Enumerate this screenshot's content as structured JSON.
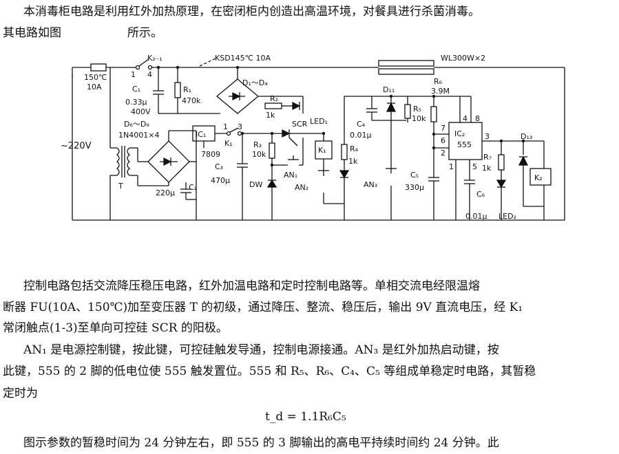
{
  "intro": {
    "line1": "本消毒柜电路是利用红外加热原理，在密闭柜内创造出高温环境，对餐具进行杀菌消毒。",
    "line2a": "其电路如图",
    "line2b": "所示。"
  },
  "labels": {
    "fuse": "150℃",
    "fuse_current": "10A",
    "ac": "~220V",
    "ksd": "KSD145℃ 10A",
    "wl": "WL300W×2",
    "k21": "K₂₋₁",
    "n1": "1",
    "n4": "4",
    "c1": "C₁",
    "c1v": "0.33μ",
    "c1w": "400V",
    "r1": "R₁",
    "r1v": "470k",
    "d14": "D₁～D₄",
    "r2": "R₂",
    "r2v": "1k",
    "led1": "LED₁",
    "d69": "D₆～D₉",
    "diodes": "1N4001×4",
    "t": "T",
    "ic1": "IC₁",
    "ic1v": "7809",
    "k1": "K₁",
    "n3": "3",
    "r3": "R₃",
    "r3v": "10k",
    "c3": "C₃",
    "c3v": "470μ",
    "c2": "C₂",
    "c2v": "220μ",
    "dw": "DW",
    "an1": "AN₁",
    "an2": "AN₂",
    "scr": "SCR",
    "kk1": "K₁",
    "r4": "R₄",
    "r4v": "1k",
    "c4": "C₄",
    "c4v": "0.01μ",
    "d11": "D₁₁",
    "r5": "R₅",
    "r5v": "10k",
    "r6": "R₆",
    "r6v": "3.9M",
    "an3": "AN₃",
    "c5": "C₅",
    "c5v": "330μ",
    "ic2": "IC₂",
    "ic2v": "555",
    "p4": "4",
    "p8": "8",
    "p7": "7",
    "p6": "6",
    "p2": "2",
    "p1": "1",
    "p5": "5",
    "p3": "3",
    "r7": "R₇",
    "r7v": "1k",
    "d13": "D₁₃",
    "k2": "K₂",
    "c6": "C₆",
    "c6v": "0.01μ",
    "led2": "LED₂"
  },
  "body": {
    "p1_l1": "控制电路包括交流降压稳压电路，红外加温电路和定时控制电路等。单相交流电经限温熔",
    "p1_l2": "断器 FU(10A、150℃)加至变压器 T 的初级，通过降压、整流、稳压后，输出 9V 直流电压，经 K₁",
    "p1_l3": "常闭触点(1-3)至单向可控硅 SCR 的阳极。",
    "p2_l1": "AN₁ 是电源控制键，按此键，可控硅触发导通，控制电源接通。AN₃ 是红外加热启动键，按",
    "p2_l2": "此键，555 的 2 脚的低电位使 555 触发置位。555 和 R₅、R₆、C₄、C₅ 等组成单稳定时电路，其暂稳",
    "p2_l3": "定时为",
    "formula": "t_d = 1.1R₆C₅",
    "p3_l1": "图示参数的暂稳时间为 24 分钟左右，即 555 的 3 脚输出的高电平持续时间约 24 分钟。此"
  }
}
